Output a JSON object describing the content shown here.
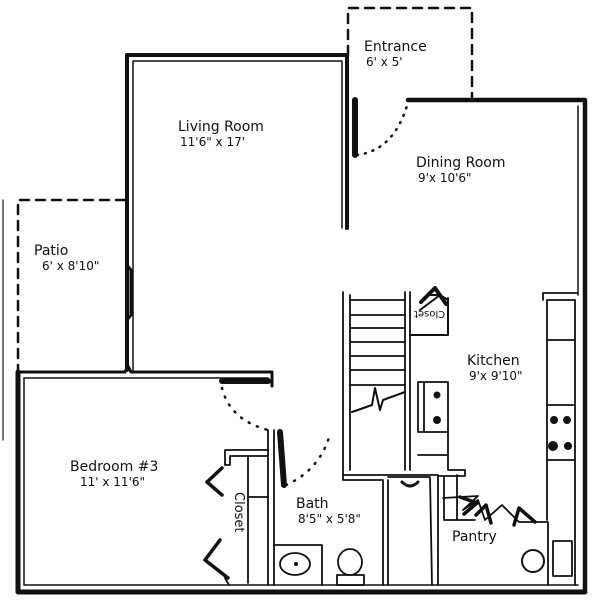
{
  "plan": {
    "type": "floor-plan",
    "style": "hand-drawn black ink on white",
    "colors": {
      "ink": "#111111",
      "background": "#ffffff"
    }
  },
  "rooms": {
    "entrance": {
      "name": "Entrance",
      "dimensions": "6' x 5'"
    },
    "living_room": {
      "name": "Living Room",
      "dimensions": "11'6\" x 17'"
    },
    "dining_room": {
      "name": "Dining Room",
      "dimensions": "9'x 10'6\""
    },
    "patio": {
      "name": "Patio",
      "dimensions": "6' x 8'10\""
    },
    "kitchen": {
      "name": "Kitchen",
      "dimensions": "9'x 9'10\""
    },
    "bedroom": {
      "name": "Bedroom #3",
      "dimensions": "11' x 11'6\""
    },
    "bath": {
      "name": "Bath",
      "dimensions": "8'5\" x 5'8\""
    },
    "pantry": {
      "name": "Pantry"
    },
    "bedroom_closet": {
      "name": "Closet"
    },
    "hall_closet": {
      "name": "Closet"
    }
  }
}
